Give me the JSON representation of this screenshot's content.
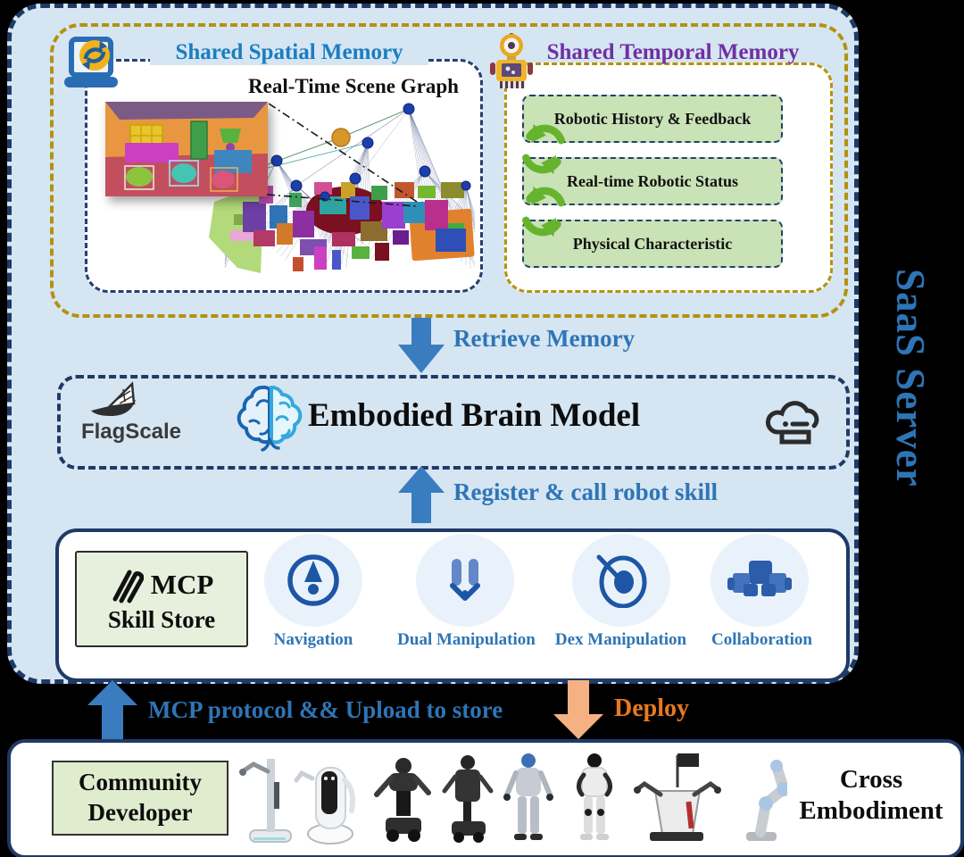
{
  "server": {
    "label": "SaaS Server"
  },
  "memory": {
    "spatial": {
      "title": "Shared Spatial Memory",
      "subtitle": "Real-Time Scene Graph"
    },
    "temporal": {
      "title": "Shared Temporal Memory",
      "items": [
        "Robotic History & Feedback",
        "Real-time Robotic Status",
        "Physical Characteristic"
      ]
    }
  },
  "flows": {
    "retrieve_label": "Retrieve Memory",
    "register_label": "Register & call robot skill",
    "upload_label": "MCP protocol && Upload to store",
    "deploy_label": "Deploy"
  },
  "brain": {
    "flagscale_label": "FlagScale",
    "title": "Embodied Brain Model"
  },
  "skill_store": {
    "line1": "MCP",
    "line2": "Skill Store",
    "skills": [
      {
        "label": "Navigation",
        "icon": "compass-icon"
      },
      {
        "label": "Dual Manipulation",
        "icon": "gripper-icon"
      },
      {
        "label": "Dex Manipulation",
        "icon": "orbit-icon"
      },
      {
        "label": "Collaboration",
        "icon": "blocks-icon"
      }
    ]
  },
  "bottom": {
    "developer_line1": "Community",
    "developer_line2": "Developer",
    "cross_line1": "Cross",
    "cross_line2": "Embodiment"
  },
  "colors": {
    "container_bg": "#d5e5f2",
    "navy_border": "#1f3a66",
    "gold_border": "#b3920e",
    "title_blue": "#1b7dc0",
    "title_purple": "#7030a0",
    "flow_blue": "#2e75b6",
    "deploy_orange": "#e8791f",
    "arrow_blue": "#3a7cc0",
    "arrow_orange": "#f5b183",
    "temporal_item_green": "#c9e3b6",
    "store_green": "#e6f0dc",
    "skill_icon_blue": "#1d56a5"
  }
}
